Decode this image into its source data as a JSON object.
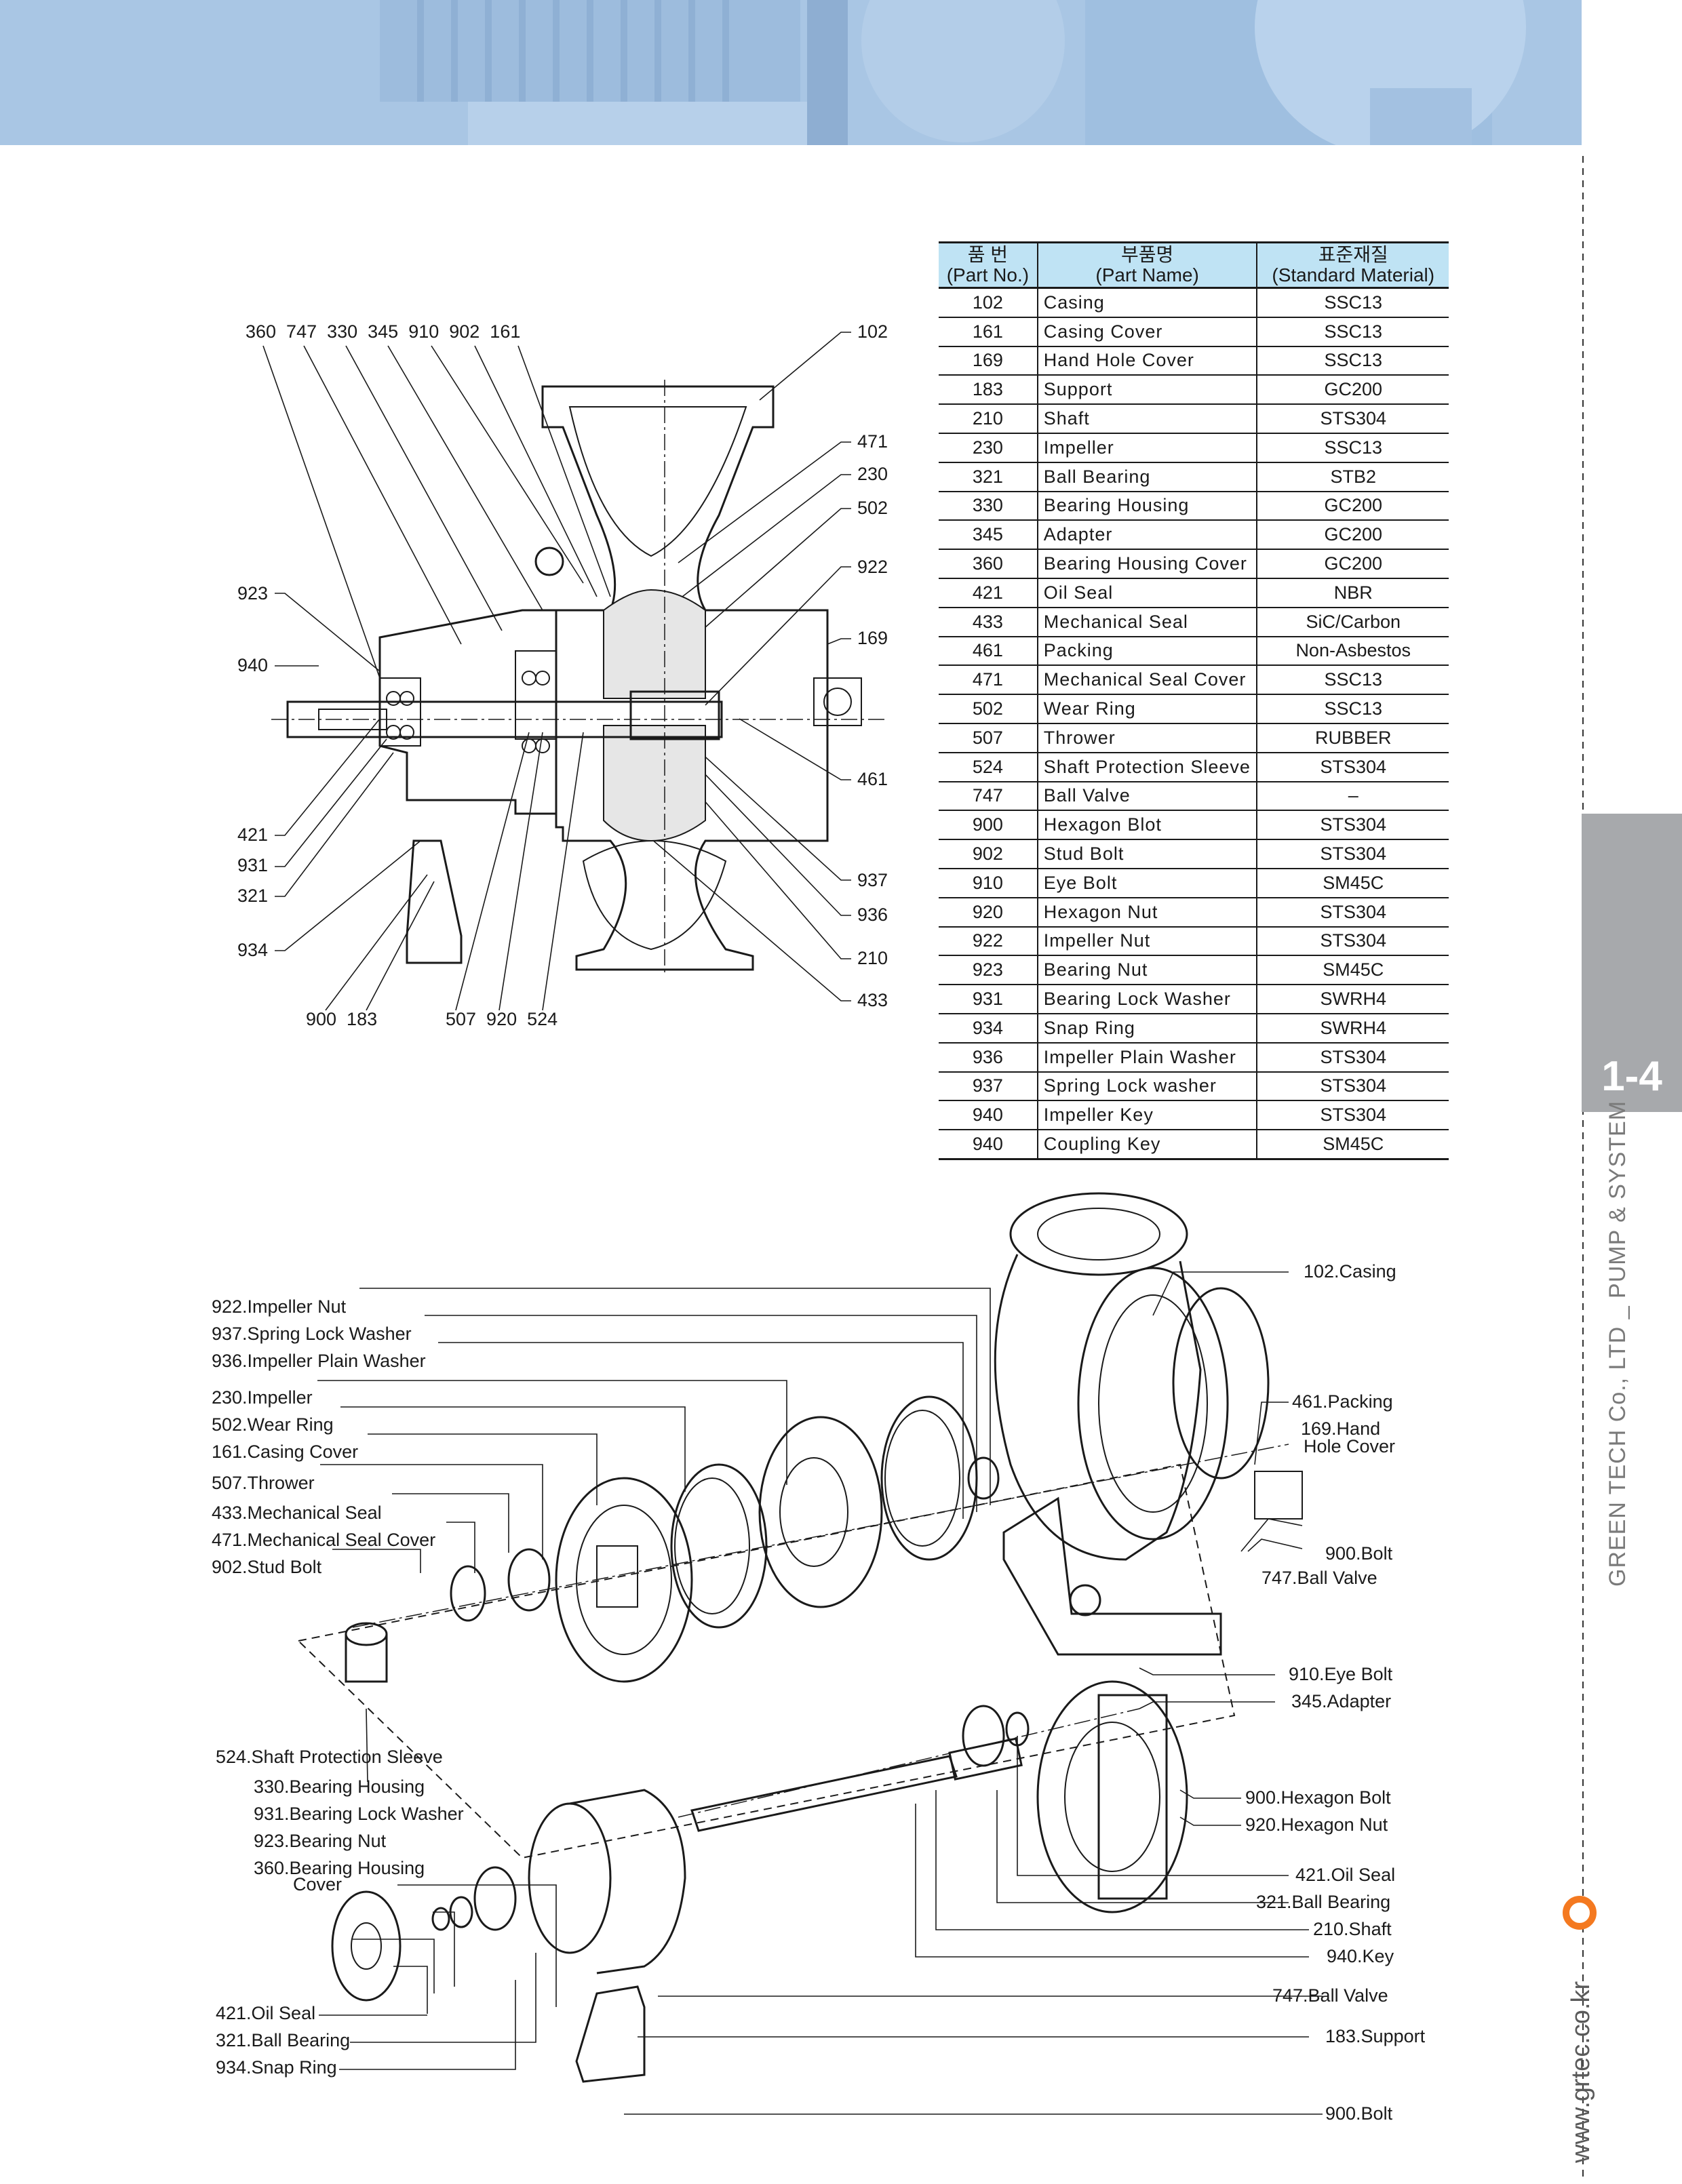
{
  "header": {
    "band_color": "#a9c6e4"
  },
  "sidebar": {
    "chapter": "1-4",
    "company": "GREEN TECH Co., LTD _ PUMP & SYSTEM",
    "website": "www.grtec.co.kr",
    "tab_color": "#a7a9ac",
    "accent_color": "#f47920"
  },
  "table": {
    "header_color": "#bfe3f4",
    "col1": {
      "ko": "품 번",
      "en": "(Part No.)"
    },
    "col2": {
      "ko": "부품명",
      "en": "(Part Name)"
    },
    "col3": {
      "ko": "표준재질",
      "en": "(Standard Material)"
    },
    "rows": [
      {
        "no": "102",
        "name": "Casing",
        "material": "SSC13"
      },
      {
        "no": "161",
        "name": "Casing Cover",
        "material": "SSC13"
      },
      {
        "no": "169",
        "name": "Hand Hole Cover",
        "material": "SSC13"
      },
      {
        "no": "183",
        "name": "Support",
        "material": "GC200"
      },
      {
        "no": "210",
        "name": "Shaft",
        "material": "STS304"
      },
      {
        "no": "230",
        "name": "Impeller",
        "material": "SSC13"
      },
      {
        "no": "321",
        "name": "Ball Bearing",
        "material": "STB2"
      },
      {
        "no": "330",
        "name": "Bearing Housing",
        "material": "GC200"
      },
      {
        "no": "345",
        "name": "Adapter",
        "material": "GC200"
      },
      {
        "no": "360",
        "name": "Bearing Housing Cover",
        "material": "GC200"
      },
      {
        "no": "421",
        "name": "Oil Seal",
        "material": "NBR"
      },
      {
        "no": "433",
        "name": "Mechanical Seal",
        "material": "SiC/Carbon"
      },
      {
        "no": "461",
        "name": "Packing",
        "material": "Non-Asbestos"
      },
      {
        "no": "471",
        "name": "Mechanical Seal Cover",
        "material": "SSC13"
      },
      {
        "no": "502",
        "name": "Wear Ring",
        "material": "SSC13"
      },
      {
        "no": "507",
        "name": "Thrower",
        "material": "RUBBER"
      },
      {
        "no": "524",
        "name": "Shaft Protection Sleeve",
        "material": "STS304"
      },
      {
        "no": "747",
        "name": "Ball Valve",
        "material": "–"
      },
      {
        "no": "900",
        "name": "Hexagon Blot",
        "material": "STS304"
      },
      {
        "no": "902",
        "name": "Stud Bolt",
        "material": "STS304"
      },
      {
        "no": "910",
        "name": "Eye Bolt",
        "material": "SM45C"
      },
      {
        "no": "920",
        "name": "Hexagon Nut",
        "material": "STS304"
      },
      {
        "no": "922",
        "name": "Impeller Nut",
        "material": "STS304"
      },
      {
        "no": "923",
        "name": "Bearing Nut",
        "material": "SM45C"
      },
      {
        "no": "931",
        "name": "Bearing Lock Washer",
        "material": "SWRH4"
      },
      {
        "no": "934",
        "name": "Snap Ring",
        "material": "SWRH4"
      },
      {
        "no": "936",
        "name": "Impeller Plain Washer",
        "material": "STS304"
      },
      {
        "no": "937",
        "name": "Spring Lock washer",
        "material": "STS304"
      },
      {
        "no": "940",
        "name": "Impeller Key",
        "material": "STS304"
      },
      {
        "no": "940",
        "name": "Coupling Key",
        "material": "SM45C"
      }
    ]
  },
  "section_drawing": {
    "top_callouts": "360  747  330  345  910  902  161",
    "bottom_left_callouts": "900  183",
    "bottom_mid_callouts": "507  920  524",
    "left_callouts": [
      "923",
      "940",
      "421",
      "931",
      "321",
      "934"
    ],
    "right_callouts": [
      "102",
      "471",
      "230",
      "502",
      "922",
      "169",
      "461",
      "937",
      "936",
      "210",
      "433"
    ]
  },
  "exploded_drawing": {
    "left_labels": [
      "922.Impeller Nut",
      "937.Spring Lock Washer",
      "936.Impeller Plain Washer",
      "230.Impeller",
      "502.Wear Ring",
      "161.Casing Cover",
      "507.Thrower",
      "433.Mechanical Seal",
      "471.Mechanical Seal Cover",
      "902.Stud Bolt",
      "524.Shaft Protection Sleeve",
      "330.Bearing Housing",
      "931.Bearing Lock Washer",
      "923.Bearing Nut",
      "360.Bearing Housing",
      "Cover",
      "421.Oil Seal",
      "321.Ball Bearing",
      "934.Snap Ring"
    ],
    "right_labels": [
      "102.Casing",
      "461.Packing",
      "169.Hand",
      "Hole Cover",
      "900.Bolt",
      "747.Ball Valve",
      "910.Eye Bolt",
      "345.Adapter",
      "900.Hexagon Bolt",
      "920.Hexagon Nut",
      "421.Oil Seal",
      "321.Ball Bearing",
      "210.Shaft",
      "940.Key",
      "747.Ball Valve",
      "183.Support",
      "900.Bolt"
    ]
  }
}
